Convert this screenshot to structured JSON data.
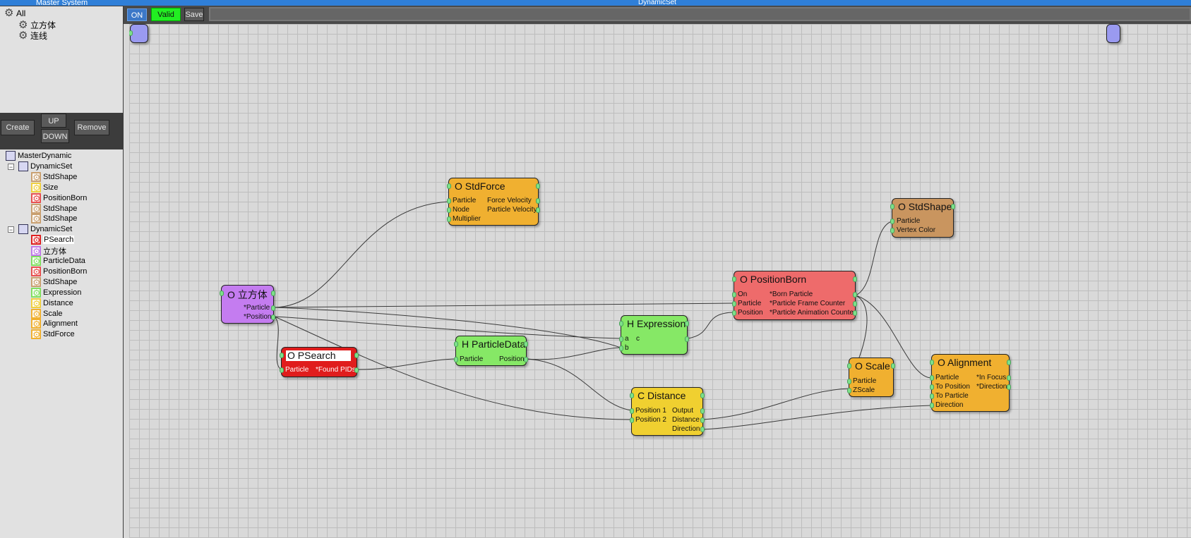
{
  "left_panel": {
    "title": "Master System",
    "system_tree": [
      {
        "label": "All",
        "level": 0
      },
      {
        "label": "立方体",
        "level": 1
      },
      {
        "label": "连线",
        "level": 1
      }
    ],
    "buttons": {
      "create": "Create",
      "up": "UP",
      "down": "DOWN",
      "remove": "Remove"
    },
    "object_tree": [
      {
        "label": "MasterDynamic",
        "level": 0,
        "icon": "master-icon"
      },
      {
        "label": "DynamicSet",
        "level": 1,
        "icon": "dynamicset-icon",
        "expander": "−"
      },
      {
        "label": "StdShape",
        "level": 2,
        "icon": "operator-icon",
        "color": "#c9a070"
      },
      {
        "label": "Size",
        "level": 2,
        "icon": "operator-icon",
        "color": "#f0d040"
      },
      {
        "label": "PositionBorn",
        "level": 2,
        "icon": "operator-icon",
        "color": "#e85050"
      },
      {
        "label": "StdShape",
        "level": 2,
        "icon": "operator-icon",
        "color": "#c9a070"
      },
      {
        "label": "StdShape",
        "level": 2,
        "icon": "operator-icon",
        "color": "#c9a070"
      },
      {
        "label": "DynamicSet",
        "level": 1,
        "icon": "dynamicset-icon",
        "expander": "−"
      },
      {
        "label": "PSearch",
        "level": 2,
        "icon": "operator-icon",
        "color": "#e02020"
      },
      {
        "label": "立方体",
        "level": 2,
        "icon": "operator-icon",
        "color": "#c07ae8"
      },
      {
        "label": "ParticleData",
        "level": 2,
        "icon": "helper-icon",
        "color": "#80e060"
      },
      {
        "label": "PositionBorn",
        "level": 2,
        "icon": "operator-icon",
        "color": "#e85050"
      },
      {
        "label": "StdShape",
        "level": 2,
        "icon": "operator-icon",
        "color": "#c9a070"
      },
      {
        "label": "Expression",
        "level": 2,
        "icon": "helper-icon",
        "color": "#80e060"
      },
      {
        "label": "Distance",
        "level": 2,
        "icon": "compare-icon",
        "color": "#f0d040"
      },
      {
        "label": "Scale",
        "level": 2,
        "icon": "operator-icon",
        "color": "#f0b030"
      },
      {
        "label": "Alignment",
        "level": 2,
        "icon": "operator-icon",
        "color": "#f0b030"
      },
      {
        "label": "StdForce",
        "level": 2,
        "icon": "operator-icon",
        "color": "#f0b030"
      }
    ]
  },
  "right_panel": {
    "title": "DynamicSet",
    "toolbar": {
      "on": "ON",
      "valid": "Valid",
      "save": "Save"
    },
    "nodes": [
      {
        "id": "stdforce",
        "title": "O StdForce",
        "color": "#f0b030",
        "inputs": [
          "Particle",
          "Node",
          "Multiplier"
        ],
        "outputs": [
          "Force Velocity",
          "Particle Velocity"
        ]
      },
      {
        "id": "stdshape",
        "title": "O StdShape",
        "color": "#c9955f",
        "inputs": [
          "Particle",
          "Vertex Color"
        ],
        "outputs": []
      },
      {
        "id": "cube",
        "title": "O 立方体",
        "color": "#c47cf0",
        "inputs": [],
        "outputs": [
          "*Particle",
          "*Position"
        ]
      },
      {
        "id": "positionborn",
        "title": "O PositionBorn",
        "color": "#ee6b6b",
        "inputs": [
          "On",
          "Particle",
          "Position"
        ],
        "outputs": [
          "*Born Particle",
          "*Particle Frame Counter",
          "*Particle Animation Counter"
        ]
      },
      {
        "id": "expression",
        "title": "H Expression",
        "color": "#86e866",
        "inputs": [
          "a",
          "b"
        ],
        "outputs": [
          "c"
        ]
      },
      {
        "id": "psearch",
        "title": "O PSearch",
        "color": "#e01c1c",
        "inputs": [
          "Particle"
        ],
        "outputs": [
          "*Found PIDs"
        ]
      },
      {
        "id": "particledata",
        "title": "H ParticleData",
        "color": "#86e866",
        "inputs": [
          "Particle"
        ],
        "outputs": [
          "Position"
        ]
      },
      {
        "id": "scale",
        "title": "O Scale",
        "color": "#f0b030",
        "inputs": [
          "Particle",
          "ZScale"
        ],
        "outputs": []
      },
      {
        "id": "alignment",
        "title": "O Alignment",
        "color": "#f0b030",
        "inputs": [
          "Particle",
          "To Position",
          "To Particle",
          "Direction"
        ],
        "outputs": [
          "*In Focus",
          "*Direction"
        ]
      },
      {
        "id": "distance",
        "title": "C Distance",
        "color": "#f0d030",
        "inputs": [
          "Position 1",
          "Position 2"
        ],
        "outputs": [
          "Output",
          "Distance",
          "Direction"
        ]
      }
    ]
  }
}
